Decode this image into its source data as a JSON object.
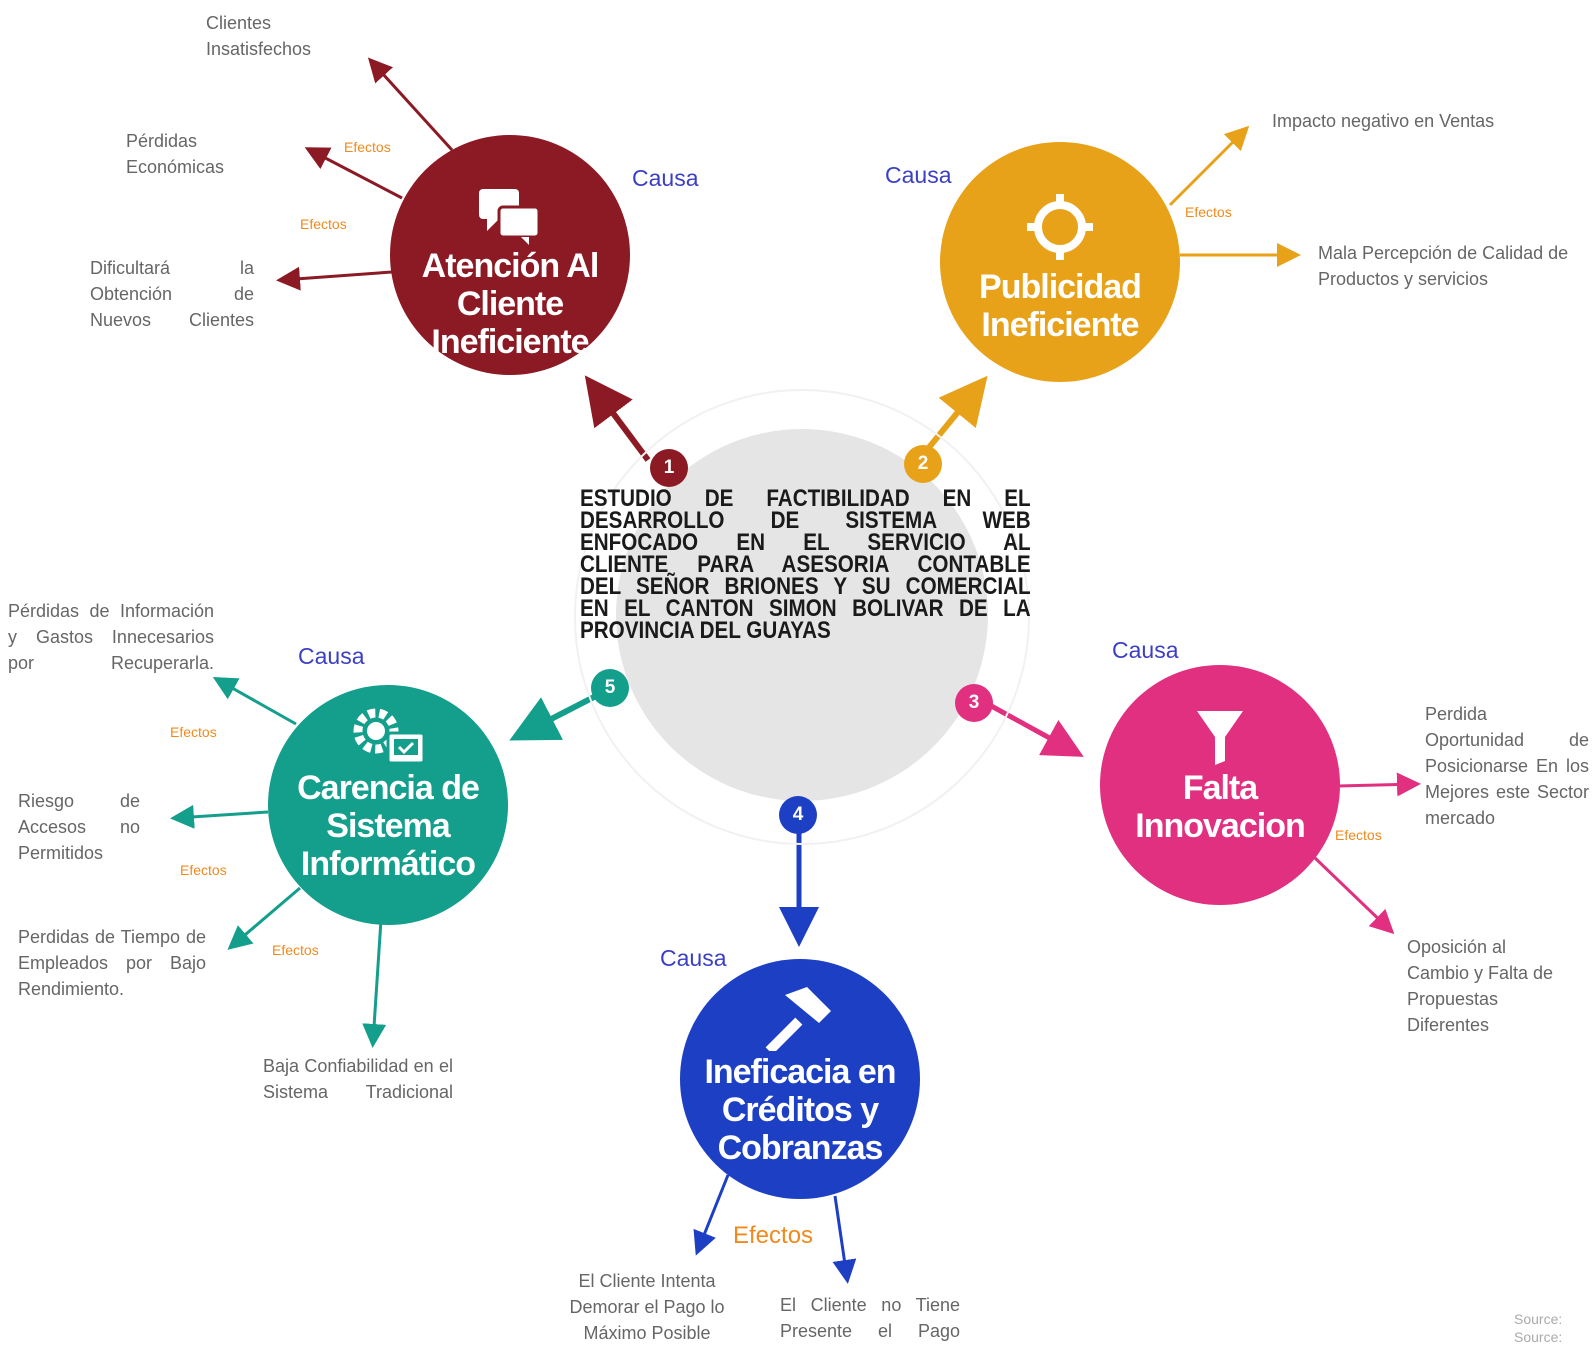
{
  "center": {
    "lines": [
      "ESTUDIO DE FACTIBILIDAD EN EL",
      "DESARROLLO DE SISTEMA WEB",
      "ENFOCADO EN EL SERVICIO AL",
      "CLIENTE PARA ASESORIA CONTABLE",
      "DEL SEÑOR BRIONES Y SU COMERCIAL",
      "EN EL CANTON SIMON BOLIVAR DE LA",
      "PROVINCIA DEL GUAYAS"
    ]
  },
  "colors": {
    "red": "#8b1a24",
    "yellow": "#e8a21a",
    "pink": "#e0307f",
    "blue": "#1d3fc4",
    "teal": "#149e8c"
  },
  "labels": {
    "causa": "Causa",
    "efectos": "Efectos"
  },
  "causes": [
    {
      "number": "1",
      "title": [
        "Atención Al",
        "Cliente",
        "Ineficiente"
      ],
      "icon": "chat-bubbles-icon",
      "effects": [
        "Clientes Insatisfechos",
        "Pérdidas Económicas",
        "Dificultará la Obtención de Nuevos Clientes"
      ]
    },
    {
      "number": "2",
      "title": [
        "Publicidad",
        "Ineficiente"
      ],
      "icon": "target-icon",
      "effects": [
        "Impacto negativo en Ventas",
        "Mala Percepción de Calidad de Productos y servicios"
      ]
    },
    {
      "number": "3",
      "title": [
        "Falta",
        "Innovacion"
      ],
      "icon": "funnel-icon",
      "effects": [
        "Perdida Oportunidad de Posicionarse En los Mejores este Sector mercado",
        "Oposición al Cambio y Falta de Propuestas Diferentes"
      ]
    },
    {
      "number": "4",
      "title": [
        "Ineficacia en",
        "Créditos y",
        "Cobranzas"
      ],
      "icon": "hammer-icon",
      "effects": [
        "El Cliente Intenta Demorar el Pago lo Máximo Posible",
        "El Cliente no Tiene Presente el Pago"
      ]
    },
    {
      "number": "5",
      "title": [
        "Carencia de",
        "Sistema",
        "Informático"
      ],
      "icon": "gear-computer-icon",
      "effects": [
        "Pérdidas de Información y Gastos Innecesarios por Recuperarla.",
        "Riesgo de Accesos no Permitidos",
        "Perdidas de Tiempo de Empleados por Bajo Rendimiento.",
        "Baja Confiabilidad en el Sistema Tradicional"
      ]
    }
  ],
  "source": [
    "Source:",
    "Source:"
  ]
}
